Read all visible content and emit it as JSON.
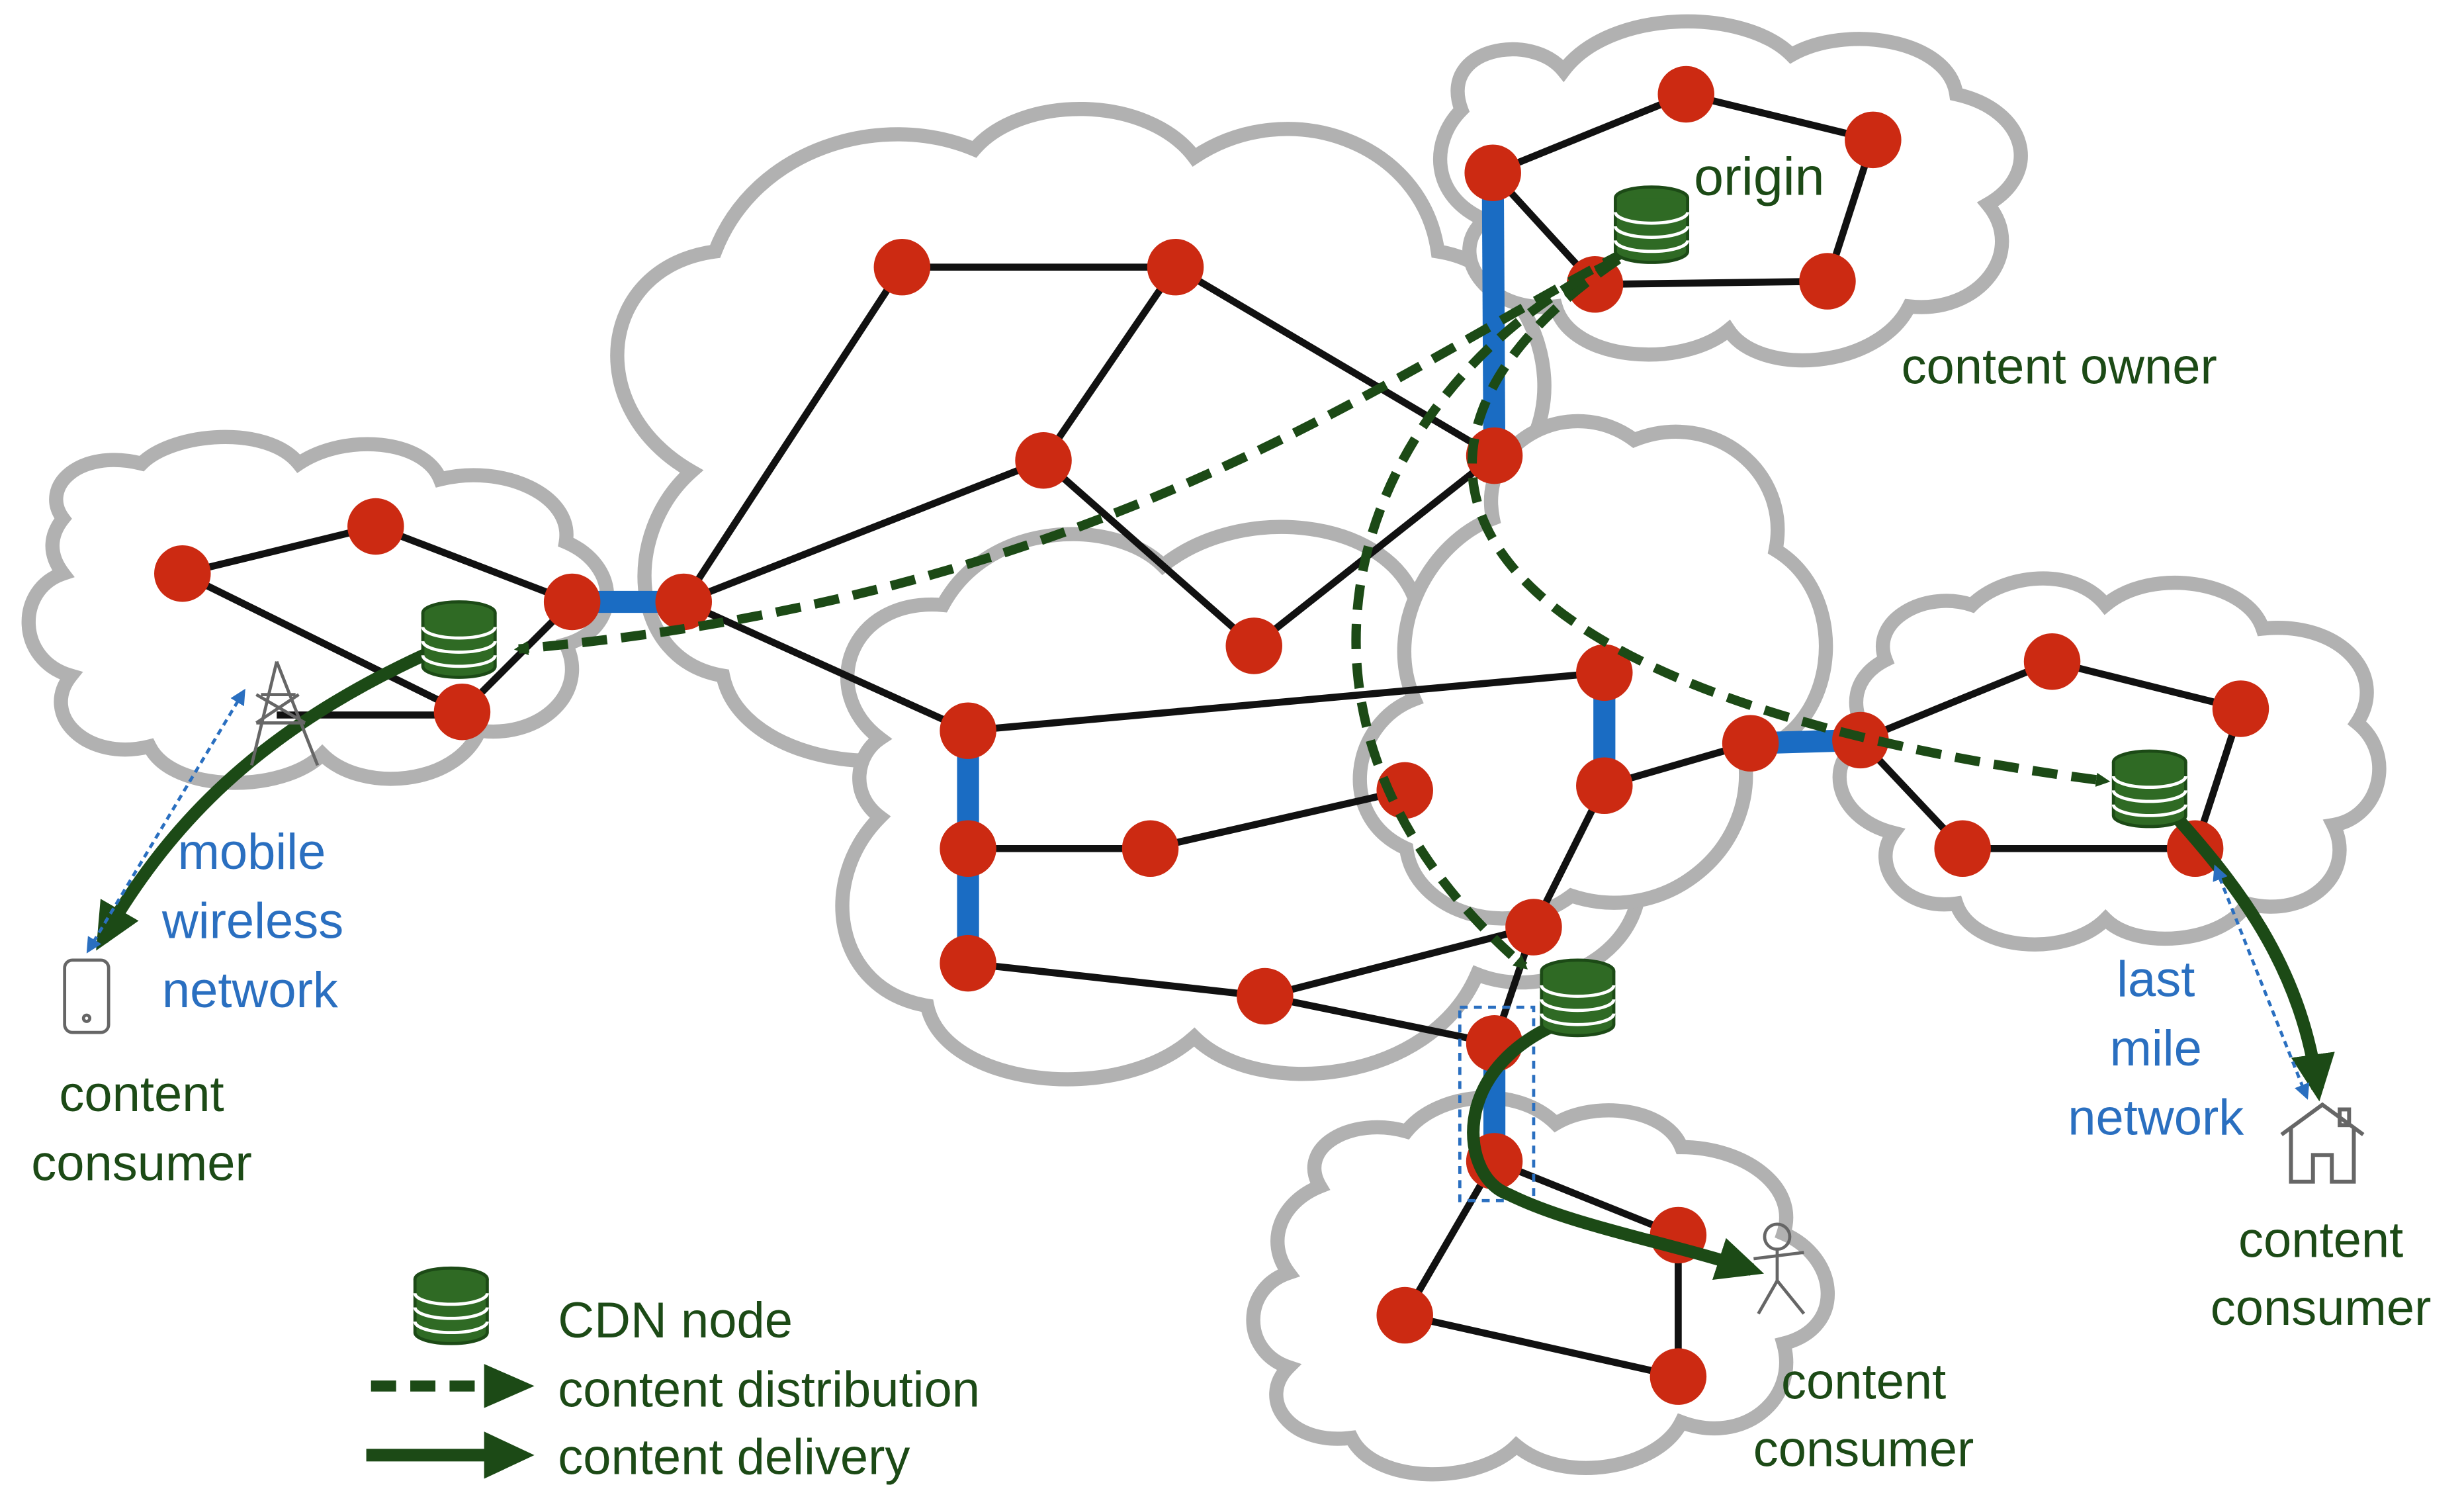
{
  "labels": {
    "origin": "origin",
    "content_owner": "content owner",
    "mobile_network": [
      "mobile",
      "wireless",
      "network"
    ],
    "last_mile_network": [
      "last",
      "mile",
      "network"
    ],
    "consumer_left": [
      "content",
      "consumer"
    ],
    "consumer_right": [
      "content",
      "consumer"
    ],
    "consumer_bottom": [
      "content",
      "consumer"
    ]
  },
  "legend": {
    "cdn_node": "CDN node",
    "content_distribution": "content distribution",
    "content_delivery": "content delivery"
  },
  "colors": {
    "router": "#cc2a12",
    "router_link": "#111111",
    "peering_link": "#1a6cc3",
    "cdn_green": "#1c4a16",
    "network_label_blue": "#2a6fc0",
    "cloud_outline": "#b1b1b1"
  },
  "icons": [
    "database-icon",
    "cell-tower-icon",
    "smartphone-icon",
    "house-icon",
    "person-icon"
  ]
}
